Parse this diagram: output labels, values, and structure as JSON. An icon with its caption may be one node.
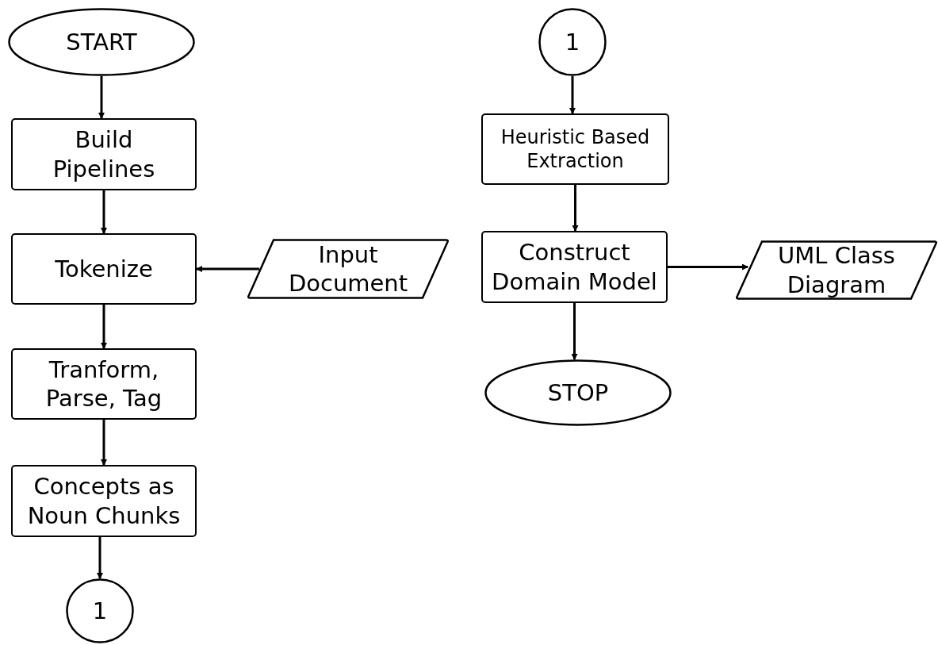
{
  "diagram": {
    "nodes": [
      {
        "text": [
          "START"
        ]
      },
      {
        "text": [
          "Build Pipelines"
        ]
      },
      {
        "text": [
          "Tokenize"
        ]
      },
      {
        "text": [
          "Input Document"
        ]
      },
      {
        "text": [
          "Tranform, Parse, Tag"
        ]
      },
      {
        "text": [
          "Concepts as Noun Chunks"
        ]
      },
      {
        "text": [
          "1"
        ]
      },
      {
        "text": [
          "1"
        ]
      },
      {
        "text": [
          "Heuristic Based Extraction"
        ]
      },
      {
        "text": [
          "Construct Domain Model"
        ]
      },
      {
        "text": [
          "UML Class Diagram"
        ]
      },
      {
        "text": [
          "STOP"
        ]
      }
    ],
    "edges": [
      {
        "from": 0,
        "to": 1,
        "arrow": "to"
      },
      {
        "from": 1,
        "to": 2,
        "arrow": "to"
      },
      {
        "from": 3,
        "to": 2,
        "arrow": "to"
      },
      {
        "from": 2,
        "to": 4,
        "arrow": "to"
      },
      {
        "from": 4,
        "to": 5,
        "arrow": "to"
      },
      {
        "from": 5,
        "to": 6,
        "arrow": "to"
      },
      {
        "from": 7,
        "to": 8,
        "arrow": "to"
      },
      {
        "from": 8,
        "to": 9,
        "arrow": "to"
      },
      {
        "from": 9,
        "to": 10,
        "arrow": "to"
      },
      {
        "from": 9,
        "to": 11,
        "arrow": "to"
      }
    ]
  }
}
